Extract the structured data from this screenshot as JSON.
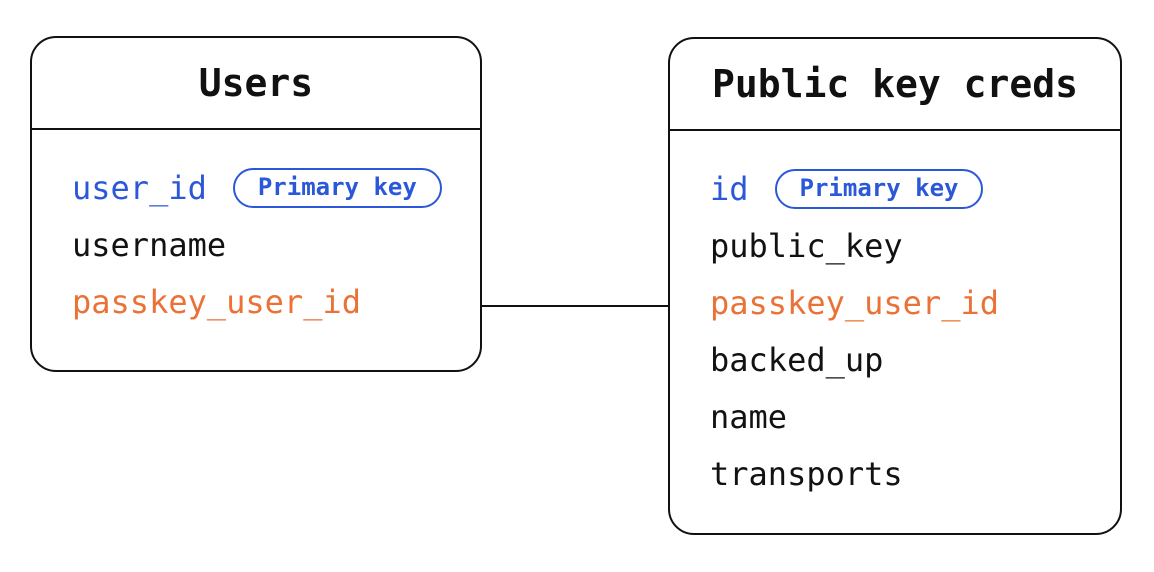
{
  "diagram": {
    "tables": [
      {
        "name": "Users",
        "fields": [
          {
            "name": "user_id",
            "role": "primary",
            "badge": "Primary key"
          },
          {
            "name": "username",
            "role": "normal"
          },
          {
            "name": "passkey_user_id",
            "role": "foreign"
          }
        ]
      },
      {
        "name": "Public key creds",
        "fields": [
          {
            "name": "id",
            "role": "primary",
            "badge": "Primary key"
          },
          {
            "name": "public_key",
            "role": "normal"
          },
          {
            "name": "passkey_user_id",
            "role": "foreign"
          },
          {
            "name": "backed_up",
            "role": "normal"
          },
          {
            "name": "name",
            "role": "normal"
          },
          {
            "name": "transports",
            "role": "normal"
          }
        ]
      }
    ],
    "relationship": {
      "from_table": "Users",
      "from_field": "passkey_user_id",
      "to_table": "Public key creds",
      "to_field": "passkey_user_id",
      "style": "plain-horizontal-line"
    },
    "colors": {
      "primary_key_blue": "#2B58D8",
      "highlight_orange": "#EB7236",
      "stroke_black": "#111111",
      "background_white": "#FFFFFF"
    }
  }
}
